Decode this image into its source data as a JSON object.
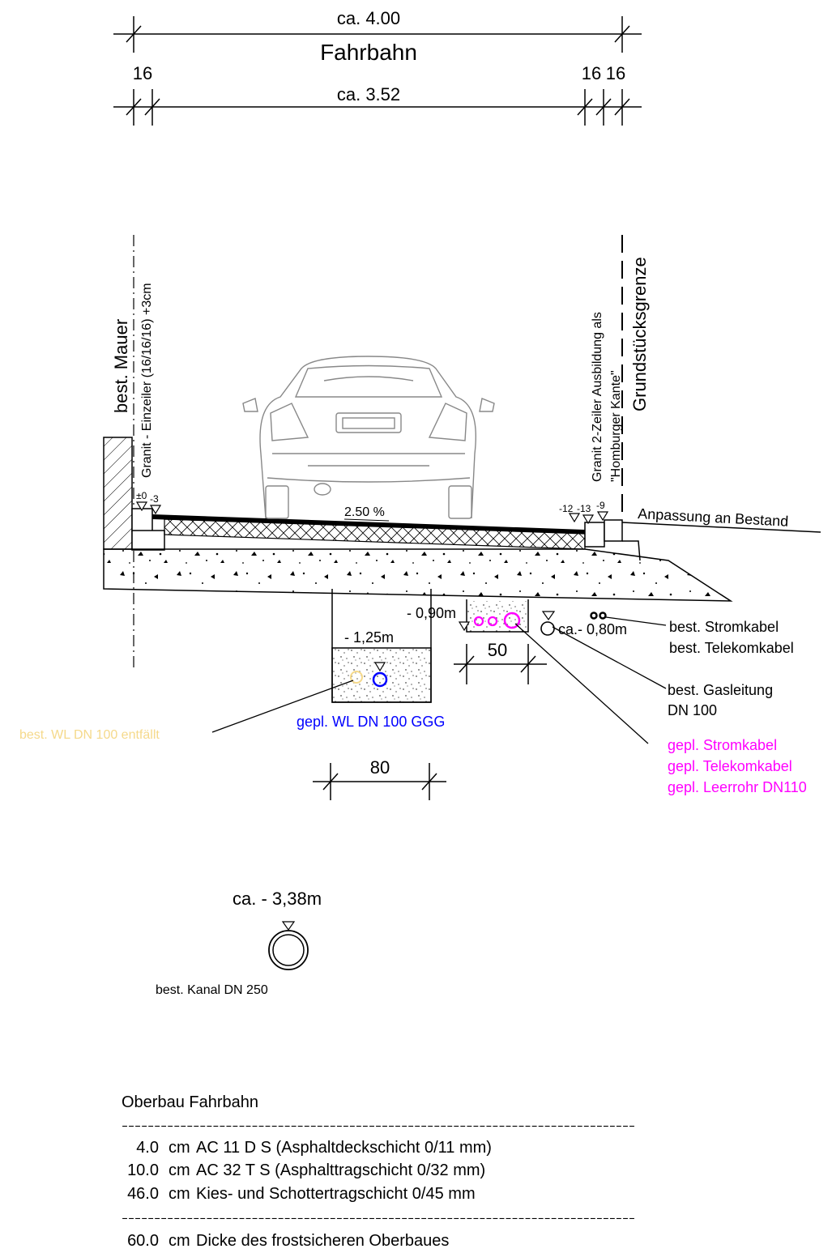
{
  "dimensions": {
    "total_width": "ca. 4.00",
    "fahrbahn": "Fahrbahn",
    "left_16": "16",
    "right_16a": "16",
    "right_16b": "16",
    "inner_width": "ca. 3.52",
    "trench_50": "50",
    "trench_80": "80"
  },
  "left_labels": {
    "mauer": "best. Mauer",
    "curb": "Granit - Einzeiler (16/16/16) +3cm"
  },
  "right_labels": {
    "curb_line1": "Granit 2-Zeiler Ausbildung als",
    "curb_line2": "\"Homburger Kante\"",
    "grenze": "Grundstücksgrenze",
    "anpassung": "Anpassung an Bestand"
  },
  "elevations": {
    "left_pm0": "±0",
    "left_3": "-3",
    "right_12": "-12",
    "right_13": "-13",
    "right_9": "-9",
    "slope": "2.50 %",
    "water_depth": "- 1,25m",
    "cable_depth": "- 0,90m",
    "gas_depth": "ca.- 0,80m",
    "kanal_depth": "ca. - 3,38m"
  },
  "utilities": {
    "strom": "best. Stromkabel",
    "telekom": "best. Telekomkabel",
    "gas_1": "best. Gasleitung",
    "gas_2": "DN 100",
    "new_strom": "gepl. Stromkabel",
    "new_telekom": "gepl. Telekomkabel",
    "new_leerrohr": "gepl. Leerrohr DN110",
    "wl_old": "best. WL DN 100 entfällt",
    "wl_new": "gepl. WL DN 100 GGG",
    "kanal": "best. Kanal DN 250"
  },
  "colors": {
    "line": "#000000",
    "magenta": "#ff00ff",
    "blue": "#0000ff",
    "yellow": "#f5d98b"
  },
  "oberbau": {
    "title": "Oberbau Fahrbahn",
    "separator": "-------------------------------------------------------------------------------",
    "rows": [
      {
        "thickness": "4.0",
        "unit": "cm",
        "desc": "AC 11 D S (Asphaltdeckschicht 0/11 mm)"
      },
      {
        "thickness": "10.0",
        "unit": "cm",
        "desc": "AC 32 T S (Asphalttragschicht 0/32 mm)"
      },
      {
        "thickness": "46.0",
        "unit": "cm",
        "desc": "Kies- und Schottertragschicht 0/45 mm"
      }
    ],
    "total": {
      "thickness": "60.0",
      "unit": "cm",
      "desc": "Dicke des frostsicheren Oberbaues"
    }
  }
}
